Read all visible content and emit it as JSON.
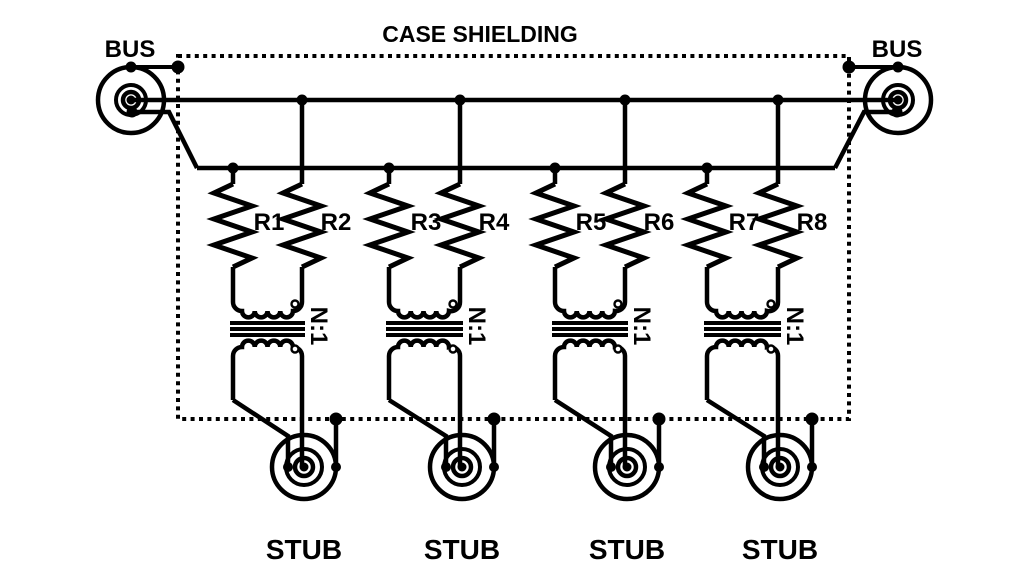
{
  "diagram": {
    "case_label": "CASE SHIELDING",
    "bus_left_label": "BUS",
    "bus_right_label": "BUS",
    "units": [
      {
        "left_resistor": "R1",
        "right_resistor": "R2",
        "ratio": "N:1",
        "stub_label": "STUB"
      },
      {
        "left_resistor": "R3",
        "right_resistor": "R4",
        "ratio": "N:1",
        "stub_label": "STUB"
      },
      {
        "left_resistor": "R5",
        "right_resistor": "R6",
        "ratio": "N:1",
        "stub_label": "STUB"
      },
      {
        "left_resistor": "R7",
        "right_resistor": "R8",
        "ratio": "N:1",
        "stub_label": "STUB"
      }
    ],
    "colors": {
      "ink": "#000000",
      "background": "#ffffff"
    }
  }
}
